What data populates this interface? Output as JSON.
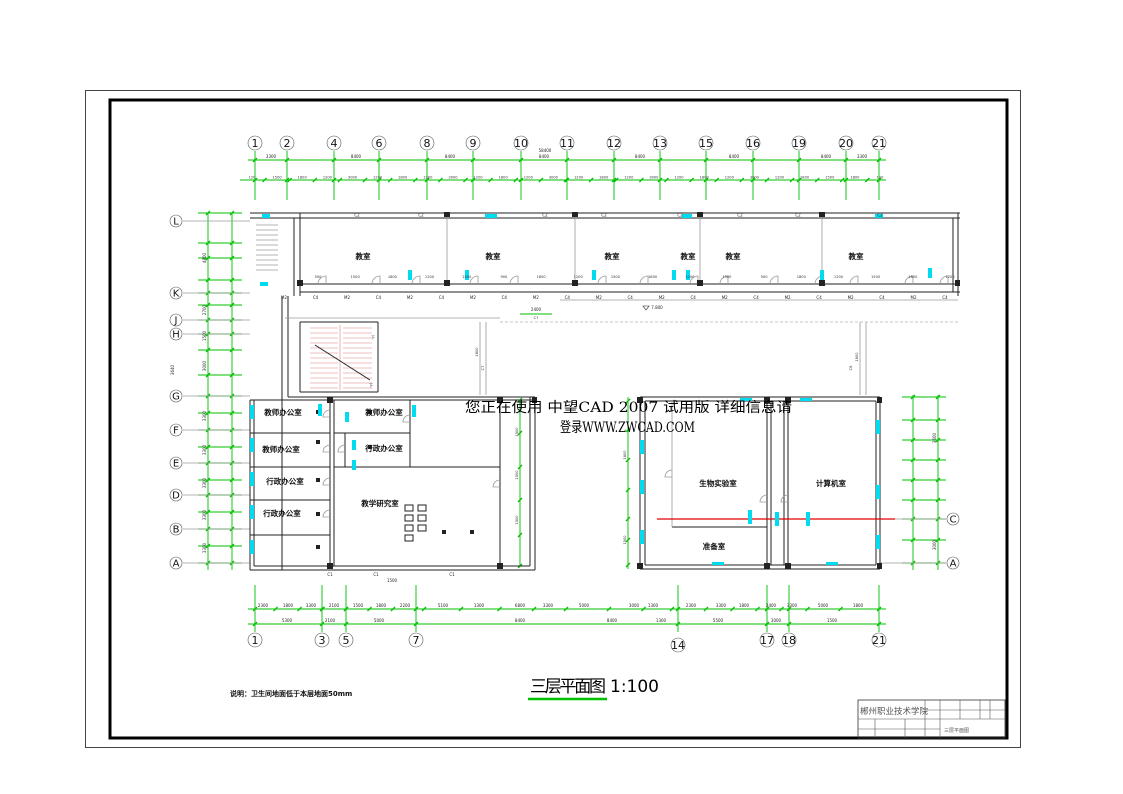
{
  "title": {
    "name": "三层平面图",
    "scale": "1:100"
  },
  "note": "说明：卫生间地面低于本层地面50mm",
  "watermark": {
    "line1": "您正在使用 中望CAD 2007 试用版 详细信息请",
    "line2": "登录WWW.ZWCAD.COM"
  },
  "axes": {
    "top": [
      "1",
      "2",
      "4",
      "6",
      "8",
      "9",
      "10",
      "11",
      "12",
      "13",
      "15",
      "16",
      "19",
      "20",
      "21"
    ],
    "bottom": [
      "1",
      "3",
      "5",
      "7",
      "14",
      "17",
      "18",
      "21"
    ],
    "left": [
      "L",
      "K",
      "J",
      "H",
      "G",
      "F",
      "E",
      "D",
      "B",
      "A"
    ],
    "right": [
      "C",
      "A"
    ]
  },
  "dimensions": {
    "top_total": "58400",
    "top_main": [
      "3300",
      "8400",
      "8400",
      "8400",
      "8400",
      "8400",
      "8400",
      "3300"
    ],
    "top_detail": [
      "120",
      "1500",
      "1800",
      "1200",
      "3000",
      "1200",
      "1800",
      "1200",
      "3000",
      "1200",
      "1800",
      "1200",
      "3000",
      "1200",
      "1800",
      "1200",
      "3000",
      "1200",
      "1800",
      "1200",
      "3000",
      "1200",
      "1800",
      "1500",
      "1800",
      "120"
    ],
    "classroom_detail": [
      "500",
      "1500",
      "1800",
      "1200",
      "1500",
      "900",
      "1800",
      "1200",
      "1500",
      "1800",
      "1200",
      "1500",
      "900",
      "1800",
      "1200",
      "1500",
      "1800",
      "1200"
    ],
    "bottom_detail": [
      "2300",
      "1800",
      "3300",
      "2100",
      "1500",
      "1800",
      "2200",
      "5100",
      "1300",
      "6800",
      "3300",
      "5000",
      "3000",
      "1300",
      "2300",
      "3300",
      "1800",
      "2400",
      "3300",
      "5000",
      "1800"
    ],
    "bottom_main": [
      "5300",
      "2100",
      "5000",
      "8400",
      "8400",
      "1300",
      "5500",
      "3000",
      "1500"
    ],
    "left": [
      "4800",
      "2700",
      "1500",
      "3000",
      "3640",
      "3300",
      "3300",
      "3300",
      "3300",
      "3300"
    ],
    "right": [
      "3600",
      "3000"
    ],
    "inner": [
      "1800",
      "1800",
      "1500",
      "1500",
      "1500",
      "1800",
      "1500"
    ],
    "corridor_width": "2400",
    "bottom_inner": "1500",
    "floor_elevation": "7.800"
  },
  "rooms": {
    "classrooms": [
      "教室",
      "教室",
      "教室",
      "教室",
      "教室",
      "教室"
    ],
    "left_wing": [
      "教师办公室",
      "教师办公室",
      "行政办公室",
      "行政办公室",
      "教师办公室",
      "行政办公室",
      "教学研究室"
    ],
    "right_wing": [
      "生物实验室",
      "计算机室",
      "准备室"
    ]
  },
  "openings": {
    "top_windows": [
      "C2",
      "C2",
      "C2",
      "C2",
      "C2",
      "C2",
      "C2",
      "C2"
    ],
    "corridor_openings": [
      "M2",
      "C4",
      "M2",
      "C4",
      "M2",
      "C4",
      "M2",
      "C4",
      "M2",
      "C4",
      "M2",
      "C4",
      "M2",
      "C4",
      "M2",
      "C4",
      "M2",
      "C4",
      "M2",
      "C4",
      "M2",
      "C4"
    ],
    "bottom_windows": [
      "C1",
      "C1",
      "C1"
    ],
    "courtyard_windows": [
      "C7",
      "C6"
    ],
    "corridor_window": "C7"
  },
  "stair_marks": [
    "下",
    "下"
  ],
  "title_block": {
    "institution": "郴州职业技术学院",
    "drawing_name": "三层平面图"
  },
  "colors": {
    "dimension": "#00c000",
    "window": "#00dcef",
    "section_line": "#e00000",
    "wall": "#222222",
    "frame": "#000000"
  }
}
